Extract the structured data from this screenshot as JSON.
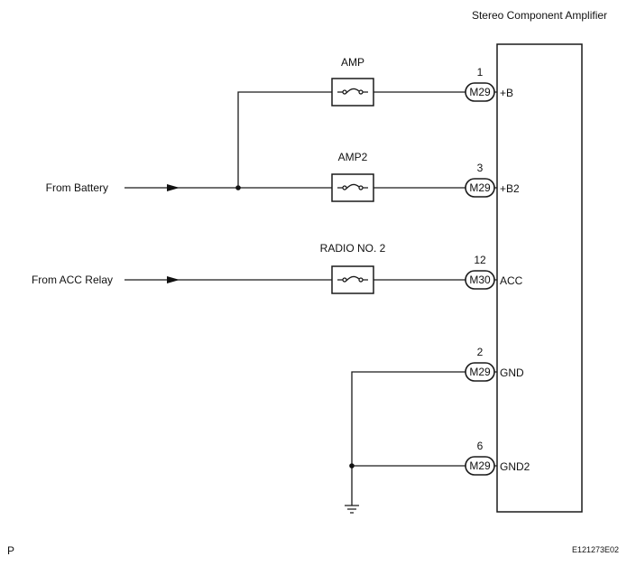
{
  "component": {
    "title": "Stereo Component Amplifier"
  },
  "sources": {
    "battery": "From Battery",
    "acc_relay": "From ACC Relay"
  },
  "fuses": {
    "amp": "AMP",
    "amp2": "AMP2",
    "radio2": "RADIO NO. 2"
  },
  "pins": [
    {
      "pin": "1",
      "connector": "M29",
      "terminal": "+B"
    },
    {
      "pin": "3",
      "connector": "M29",
      "terminal": "+B2"
    },
    {
      "pin": "12",
      "connector": "M30",
      "terminal": "ACC"
    },
    {
      "pin": "2",
      "connector": "M29",
      "terminal": "GND"
    },
    {
      "pin": "6",
      "connector": "M29",
      "terminal": "GND2"
    }
  ],
  "footer": {
    "corner_mark": "P",
    "figure_code": "E121273E02"
  }
}
